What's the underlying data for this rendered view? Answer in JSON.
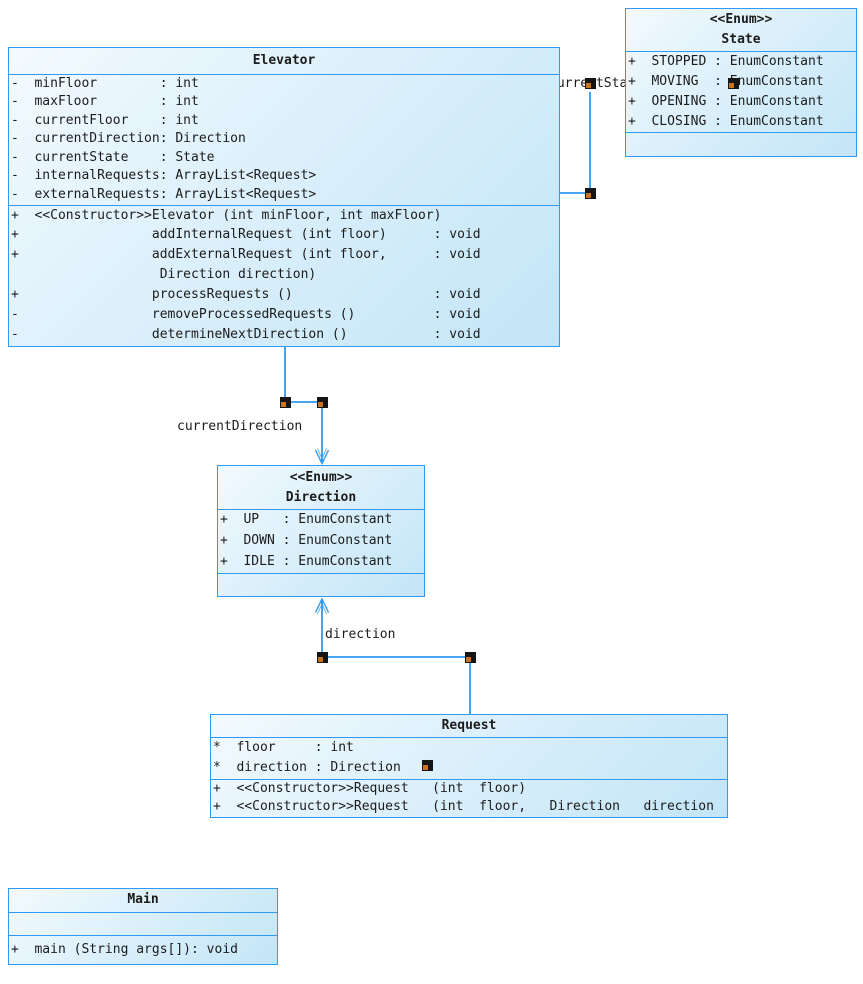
{
  "colors": {
    "line_blue": "#2F9AEF",
    "box_border": "#2F9AEF",
    "box_fill_top": "#F3FAFE",
    "box_fill_bottom": "#C3E5F7",
    "text": "#1c1c1c",
    "handle_black": "#151515",
    "handle_orange": "#C9731F",
    "canvas_background": "#FFFFFF"
  },
  "classes": {
    "elevator": {
      "title": "Elevator",
      "attributes": [
        "-  minFloor        : int",
        "-  maxFloor        : int",
        "-  currentFloor    : int",
        "-  currentDirection: Direction",
        "-  currentState    : State",
        "-  internalRequests: ArrayList<Request>",
        "-  externalRequests: ArrayList<Request>"
      ],
      "methods": [
        "+  <<Constructor>>Elevator (int minFloor, int maxFloor)",
        "+                 addInternalRequest (int floor)      : void",
        "+                 addExternalRequest (int floor,      : void",
        "                   Direction direction)",
        "+                 processRequests ()                  : void",
        "-                 removeProcessedRequests ()          : void",
        "-                 determineNextDirection ()           : void"
      ]
    },
    "state": {
      "stereotype": "<<Enum>>",
      "title": "State",
      "attributes": [
        "+  STOPPED : EnumConstant",
        "+  MOVING  : EnumConstant",
        "+  OPENING : EnumConstant",
        "+  CLOSING : EnumConstant"
      ]
    },
    "direction": {
      "stereotype": "<<Enum>>",
      "title": "Direction",
      "attributes": [
        "+  UP   : EnumConstant",
        "+  DOWN : EnumConstant",
        "+  IDLE : EnumConstant"
      ]
    },
    "request": {
      "title": "Request",
      "attributes": [
        "*  floor     : int",
        "*  direction : Direction"
      ],
      "methods": [
        "+  <<Constructor>>Request   (int  floor)",
        "+  <<Constructor>>Request   (int  floor,   Direction   direction"
      ]
    },
    "main": {
      "title": "Main",
      "methods": [
        "+  main (String args[]): void"
      ]
    }
  },
  "edge_labels": {
    "current_state": "currentState",
    "current_direction": "currentDirection",
    "direction": "direction"
  }
}
